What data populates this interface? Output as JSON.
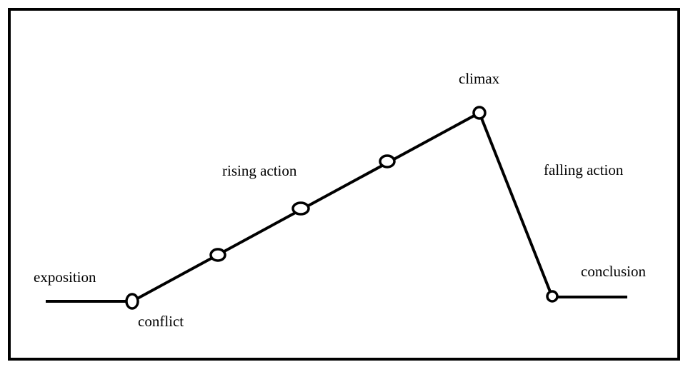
{
  "diagram": {
    "labels": {
      "exposition": "exposition",
      "conflict": "conflict",
      "rising_action": "rising action",
      "climax": "climax",
      "falling_action": "falling action",
      "conclusion": "conclusion"
    },
    "colors": {
      "line": "#000000",
      "node_fill": "#ffffff",
      "background": "#ffffff"
    }
  }
}
